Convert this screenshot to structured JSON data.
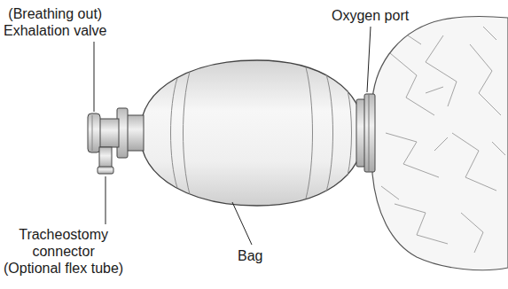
{
  "diagram": {
    "labels": [
      "(Breathing out) Exhalation valve",
      "Oxygen port",
      "Bag",
      "Tracheostomy connector (Optional flex tube)"
    ]
  }
}
